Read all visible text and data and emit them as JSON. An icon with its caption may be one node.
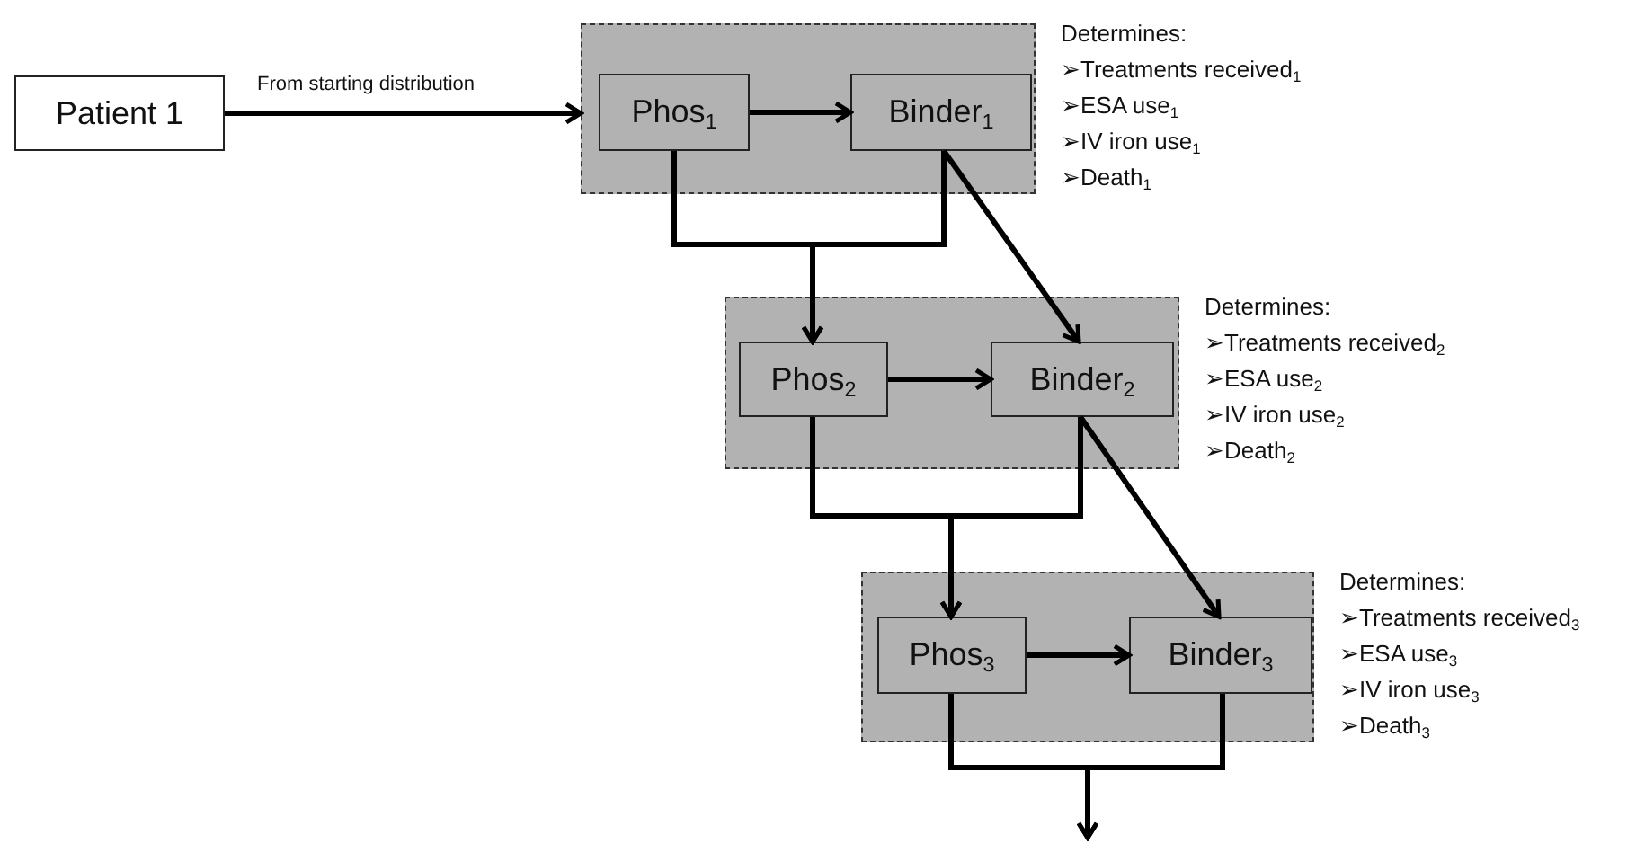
{
  "diagram": {
    "nodes": [
      {
        "text": [
          "Patient 1"
        ]
      },
      {
        "text": [],
        "shape": "box",
        "beside": [
          "Determines:",
          "➢Treatments received$_{1}$",
          "➢ESA use$_{1}$",
          "➢IV iron use$_{1}$",
          "➢Death$_{1}$"
        ]
      },
      {
        "text": [
          "Phos$_{1}$"
        ],
        "in": 1
      },
      {
        "text": [
          "Binder$_{1}$"
        ],
        "in": 1
      },
      {
        "text": [],
        "shape": "box",
        "beside": [
          "Determines:",
          "➢Treatments received$_{2}$",
          "➢ESA use$_{2}$",
          "➢IV iron use$_{2}$",
          "➢Death$_{2}$"
        ]
      },
      {
        "text": [
          "Phos$_{2}$"
        ],
        "in": 4
      },
      {
        "text": [
          "Binder$_{2}$"
        ],
        "in": 4
      },
      {
        "text": [],
        "shape": "box",
        "beside": [
          "Determines:",
          "➢Treatments received$_{3}$",
          "➢ESA use$_{3}$",
          "➢IV iron use$_{3}$",
          "➢Death$_{3}$"
        ]
      },
      {
        "text": [
          "Phos$_{3}$"
        ],
        "in": 7
      },
      {
        "text": [
          "Binder$_{3}$"
        ],
        "in": 7
      }
    ],
    "edges": [
      {
        "from": 0,
        "to": 1,
        "arrow": "to",
        "label": "From starting distribution"
      },
      {
        "from": 2,
        "to": 3,
        "arrow": "to"
      },
      {
        "from": 2,
        "to": 5,
        "arrow": "to"
      },
      {
        "from": 3,
        "to": 5,
        "arrow": "to"
      },
      {
        "from": 3,
        "to": 6,
        "arrow": "to"
      },
      {
        "from": 5,
        "to": 6,
        "arrow": "to"
      },
      {
        "from": 5,
        "to": 8,
        "arrow": "to"
      },
      {
        "from": 6,
        "to": 8,
        "arrow": "to"
      },
      {
        "from": 6,
        "to": 9,
        "arrow": "to"
      },
      {
        "from": 8,
        "to": 9,
        "arrow": "to"
      },
      {
        "from": 8,
        "to": null,
        "arrow": "to"
      },
      {
        "from": 9,
        "to": null,
        "arrow": "to"
      }
    ]
  }
}
